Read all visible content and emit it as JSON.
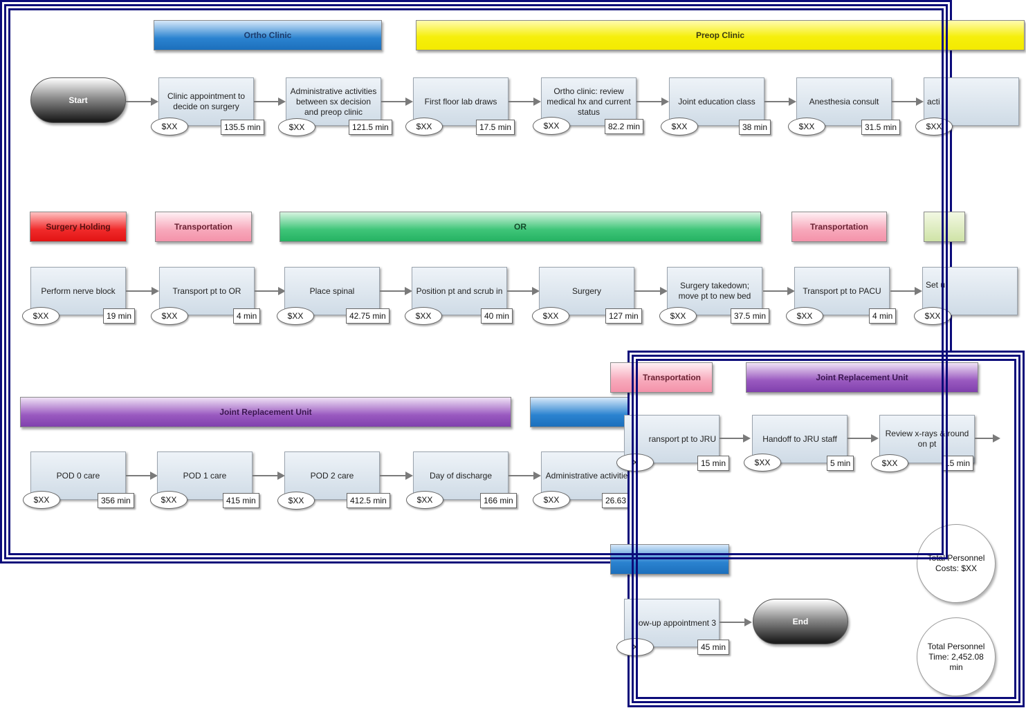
{
  "row1": {
    "banners": [
      "Ortho Clinic",
      "Preop Clinic"
    ],
    "start": "Start",
    "steps": [
      {
        "label": "Clinic appointment to decide on surgery",
        "cost": "$XX",
        "time": "135.5 min"
      },
      {
        "label": "Administrative activities between sx decision and preop clinic",
        "cost": "$XX",
        "time": "121.5 min"
      },
      {
        "label": "First floor lab draws",
        "cost": "$XX",
        "time": "17.5 min"
      },
      {
        "label": "Ortho clinic: review medical hx and current status",
        "cost": "$XX",
        "time": "82.2 min"
      },
      {
        "label": "Joint education class",
        "cost": "$XX",
        "time": "38 min"
      },
      {
        "label": "Anesthesia consult",
        "cost": "$XX",
        "time": "31.5 min"
      },
      {
        "label": "acti",
        "cost": "$XX"
      }
    ]
  },
  "row2": {
    "banners": [
      "Surgery Holding",
      "Transportation",
      "OR",
      "Transportation"
    ],
    "steps": [
      {
        "label": "Perform nerve block",
        "cost": "$XX",
        "time": "19 min"
      },
      {
        "label": "Transport pt to OR",
        "cost": "$XX",
        "time": "4 min"
      },
      {
        "label": "Place spinal",
        "cost": "$XX",
        "time": "42.75 min"
      },
      {
        "label": "Position pt and scrub in",
        "cost": "$XX",
        "time": "40 min"
      },
      {
        "label": "Surgery",
        "cost": "$XX",
        "time": "127 min"
      },
      {
        "label": "Surgery takedown; move pt to new bed",
        "cost": "$XX",
        "time": "37.5 min"
      },
      {
        "label": "Transport pt to PACU",
        "cost": "$XX",
        "time": "4 min"
      },
      {
        "label": "Set u",
        "cost": "$XX"
      }
    ]
  },
  "row3": {
    "banners": [
      "Joint Replacement Unit"
    ],
    "steps": [
      {
        "label": "POD 0 care",
        "cost": "$XX",
        "time": "356 min"
      },
      {
        "label": "POD 1 care",
        "cost": "$XX",
        "time": "415 min"
      },
      {
        "label": "POD 2 care",
        "cost": "$XX",
        "time": "412.5 min"
      },
      {
        "label": "Day of discharge",
        "cost": "$XX",
        "time": "166 min"
      },
      {
        "label": "Administrative activities",
        "cost": "$XX",
        "time": "26.63 m"
      }
    ]
  },
  "inset": {
    "banners": [
      "Transportation",
      "Joint Replacement Unit"
    ],
    "steps": [
      {
        "label": "ransport pt to JRU",
        "cost": "X",
        "time": "15 min"
      },
      {
        "label": "Handoff to JRU staff",
        "cost": "$XX",
        "time": "5 min"
      },
      {
        "label": "Review x-rays & round on pt",
        "cost": "$XX",
        "time": "15 min"
      },
      {
        "label": "low-up appointment 3",
        "cost": "X",
        "time": "45 min"
      }
    ],
    "end": "End",
    "total_costs": "Total Personnel Costs: $XX",
    "total_time": "Total Personnel Time: 2,452.08 min"
  }
}
